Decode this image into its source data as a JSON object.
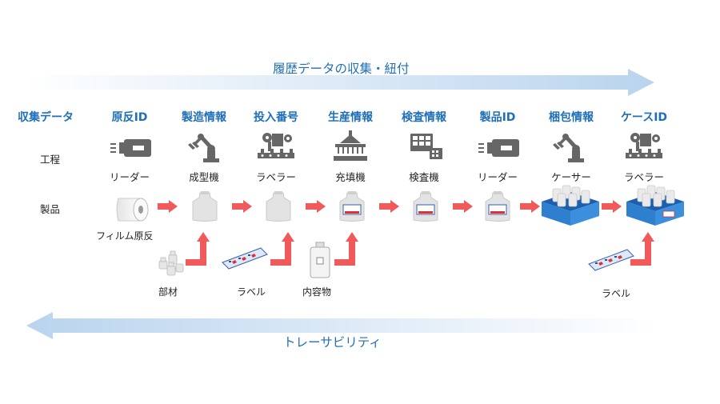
{
  "top_arrow": {
    "label": "履歴データの収集・紐付"
  },
  "bottom_arrow": {
    "label": "トレーサビリティ"
  },
  "row_labels": {
    "data": "収集データ",
    "process": "工程",
    "product": "製品"
  },
  "data_headers": [
    "原反ID",
    "製造情報",
    "投入番号",
    "生産情報",
    "検査情報",
    "製品ID",
    "梱包情報",
    "ケースID"
  ],
  "processes": [
    "リーダー",
    "成型機",
    "ラベラー",
    "充填機",
    "検査機",
    "リーダー",
    "ケーサー",
    "ラベラー"
  ],
  "product": {
    "raw_material": "フィルム原反"
  },
  "inputs": {
    "parts": "部材",
    "label1": "ラベル",
    "contents": "内容物",
    "label2": "ラベル"
  },
  "colors": {
    "accent_blue": "#1f6fb8",
    "flow_arrow": "#f05a5a",
    "banner_gradient_end": "#bcd6ef",
    "case_blue": "#2f7fcf"
  }
}
